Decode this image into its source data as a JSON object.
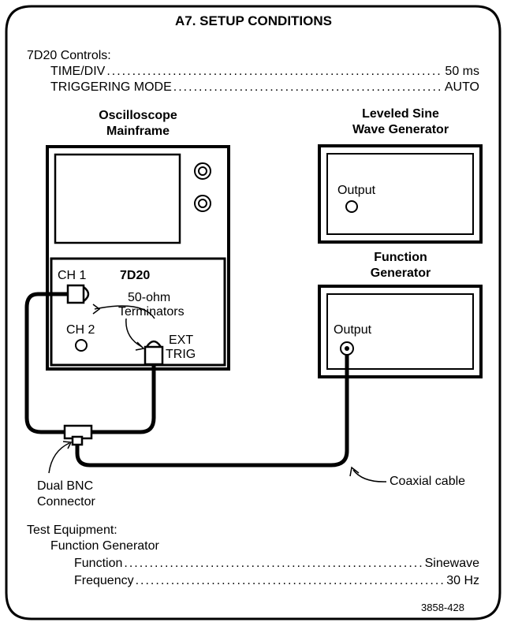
{
  "title": "A7. SETUP CONDITIONS",
  "controls": {
    "heading": "7D20 Controls:",
    "rows": [
      {
        "label": "TIME/DIV",
        "value": "50 ms"
      },
      {
        "label": "TRIGGERING MODE",
        "value": "AUTO"
      }
    ]
  },
  "oscilloscope": {
    "label_line1": "Oscilloscope",
    "label_line2": "Mainframe",
    "plugin_ch1": "CH 1",
    "plugin_name": "7D20",
    "plugin_ch2": "CH 2",
    "ext_line1": "EXT",
    "ext_line2": "TRIG",
    "terminators_line1": "50-ohm",
    "terminators_line2": "Terminators"
  },
  "sine_generator": {
    "label_line1": "Leveled Sine",
    "label_line2": "Wave Generator",
    "output": "Output"
  },
  "function_generator": {
    "label_line1": "Function",
    "label_line2": "Generator",
    "output": "Output"
  },
  "connector": {
    "label_line1": "Dual BNC",
    "label_line2": "Connector"
  },
  "cable_label": "Coaxial cable",
  "test_equipment": {
    "heading": "Test Equipment:",
    "device": "Function Generator",
    "rows": [
      {
        "label": "Function",
        "value": "Sinewave"
      },
      {
        "label": "Frequency",
        "value": "30 Hz"
      }
    ]
  },
  "figure_number": "3858-428"
}
